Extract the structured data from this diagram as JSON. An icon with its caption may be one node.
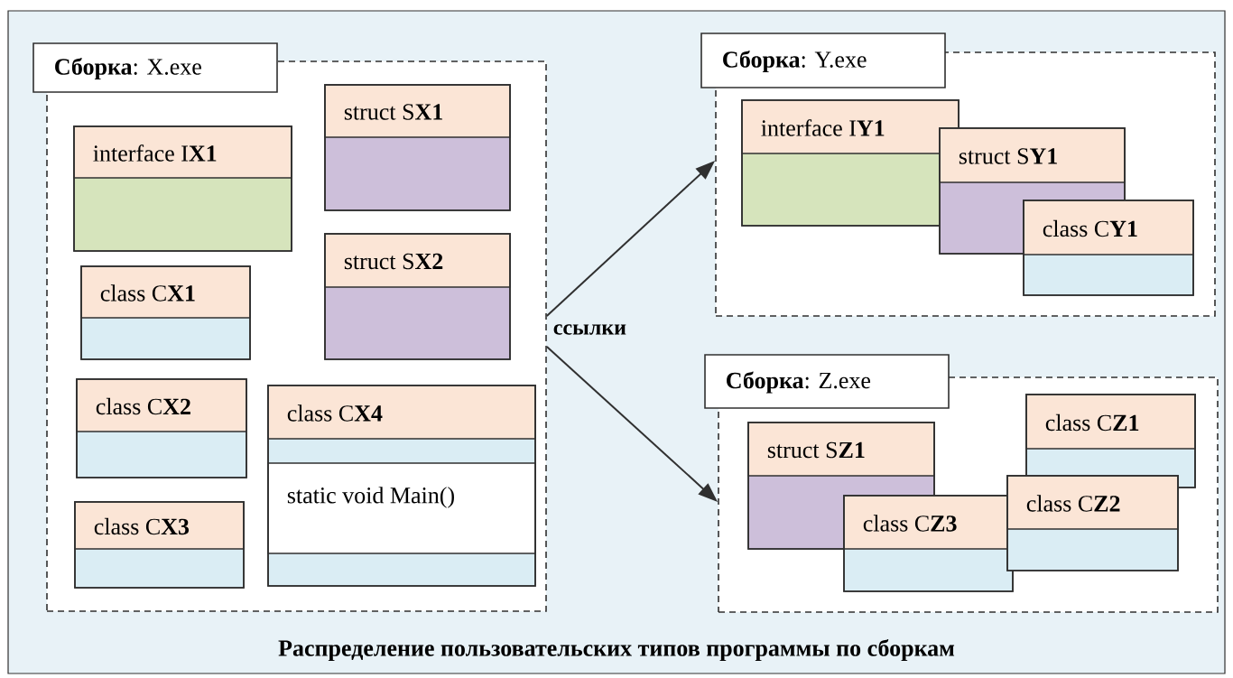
{
  "diagram": {
    "caption": "Распределение пользовательских типов программы по сборкам",
    "nodes": [
      {
        "text": [
          "**Сборка**: X.exe"
        ]
      },
      {
        "text": [
          "struct S**X1**"
        ],
        "in": 0
      },
      {
        "text": [
          "interface I**X1**"
        ],
        "in": 0
      },
      {
        "text": [
          "struct S**X2**"
        ],
        "in": 0
      },
      {
        "text": [
          "class C**X1**"
        ],
        "in": 0
      },
      {
        "text": [
          "class C**X2**"
        ],
        "in": 0
      },
      {
        "text": [
          "class C**X4**",
          "static void Main()"
        ],
        "in": 0
      },
      {
        "text": [
          "class C**X3**"
        ],
        "in": 0
      },
      {
        "text": [
          "**Сборка**: Y.exe"
        ]
      },
      {
        "text": [
          "interface I**Y1**"
        ],
        "in": 8
      },
      {
        "text": [
          "struct S**Y1**"
        ],
        "in": 8
      },
      {
        "text": [
          "class C**Y1**"
        ],
        "in": 8
      },
      {
        "text": [
          "**Сборка**: Z.exe"
        ]
      },
      {
        "text": [
          "class C**Z1**"
        ],
        "in": 12
      },
      {
        "text": [
          "struct S**Z1**"
        ],
        "in": 12
      },
      {
        "text": [
          "class C**Z2**"
        ],
        "in": 12
      },
      {
        "text": [
          "class C**Z3**"
        ],
        "in": 12
      }
    ],
    "edges": [
      {
        "from": 0,
        "to": 8,
        "arrow": "to"
      },
      {
        "from": 0,
        "to": 12,
        "arrow": "to"
      }
    ],
    "labels": [
      "ссылки"
    ]
  }
}
